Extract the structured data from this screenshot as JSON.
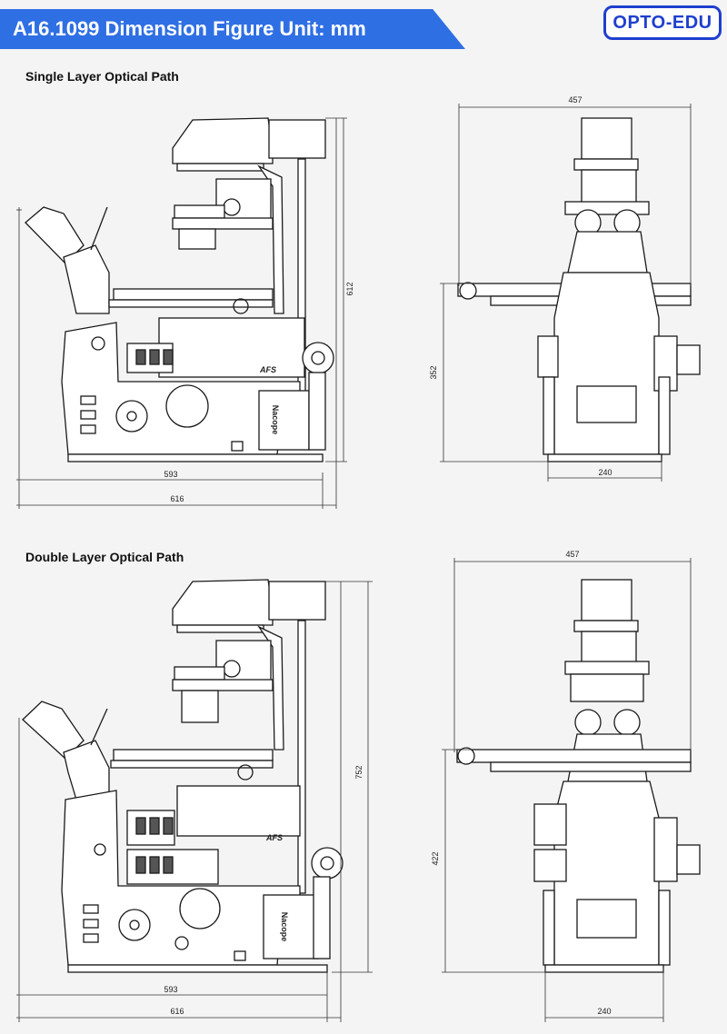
{
  "header": {
    "title": "A16.1099 Dimension Figure Unit: mm",
    "logo": "OPTO-EDU",
    "accent_color": "#2f6fe4",
    "logo_color": "#1e3fcf"
  },
  "sections": [
    {
      "title": "Single Layer Optical Path",
      "side_view": {
        "width_base": "593",
        "width_total": "616",
        "height": "612",
        "brand": "AFS",
        "side_label": "Nacope"
      },
      "front_view": {
        "width_top": "457",
        "height": "352",
        "width_base": "240"
      }
    },
    {
      "title": "Double Layer Optical Path",
      "side_view": {
        "width_base": "593",
        "width_total": "616",
        "height": "752",
        "brand": "AFS",
        "side_label": "Nacope"
      },
      "front_view": {
        "width_top": "457",
        "height": "422",
        "width_base": "240"
      }
    }
  ]
}
